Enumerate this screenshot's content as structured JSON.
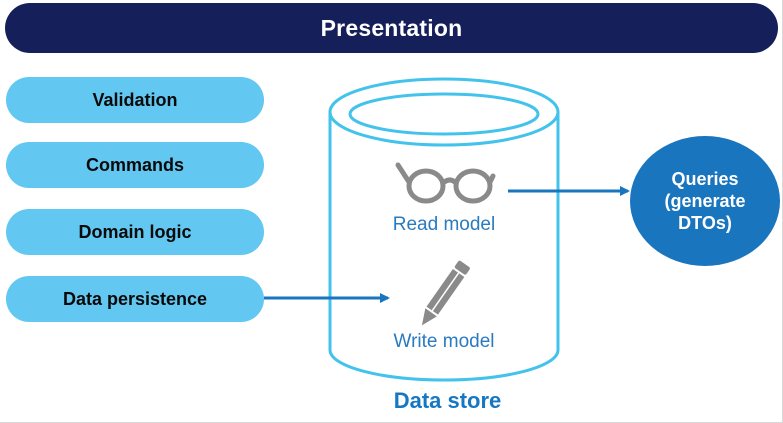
{
  "header": {
    "title": "Presentation"
  },
  "layers": [
    {
      "label": "Validation"
    },
    {
      "label": "Commands"
    },
    {
      "label": "Domain logic"
    },
    {
      "label": "Data persistence"
    }
  ],
  "store": {
    "label": "Data store",
    "read_model": {
      "label": "Read model",
      "icon": "glasses-icon"
    },
    "write_model": {
      "label": "Write model",
      "icon": "pencil-icon"
    }
  },
  "queries": {
    "label": "Queries\n(generate\nDTOs)"
  },
  "colors": {
    "header_bg": "#15205a",
    "pill_bg": "#62c7f1",
    "cylinder_stroke": "#43c3ec",
    "accent_blue": "#1a75bf",
    "icon_gray": "#8a8a8a"
  }
}
